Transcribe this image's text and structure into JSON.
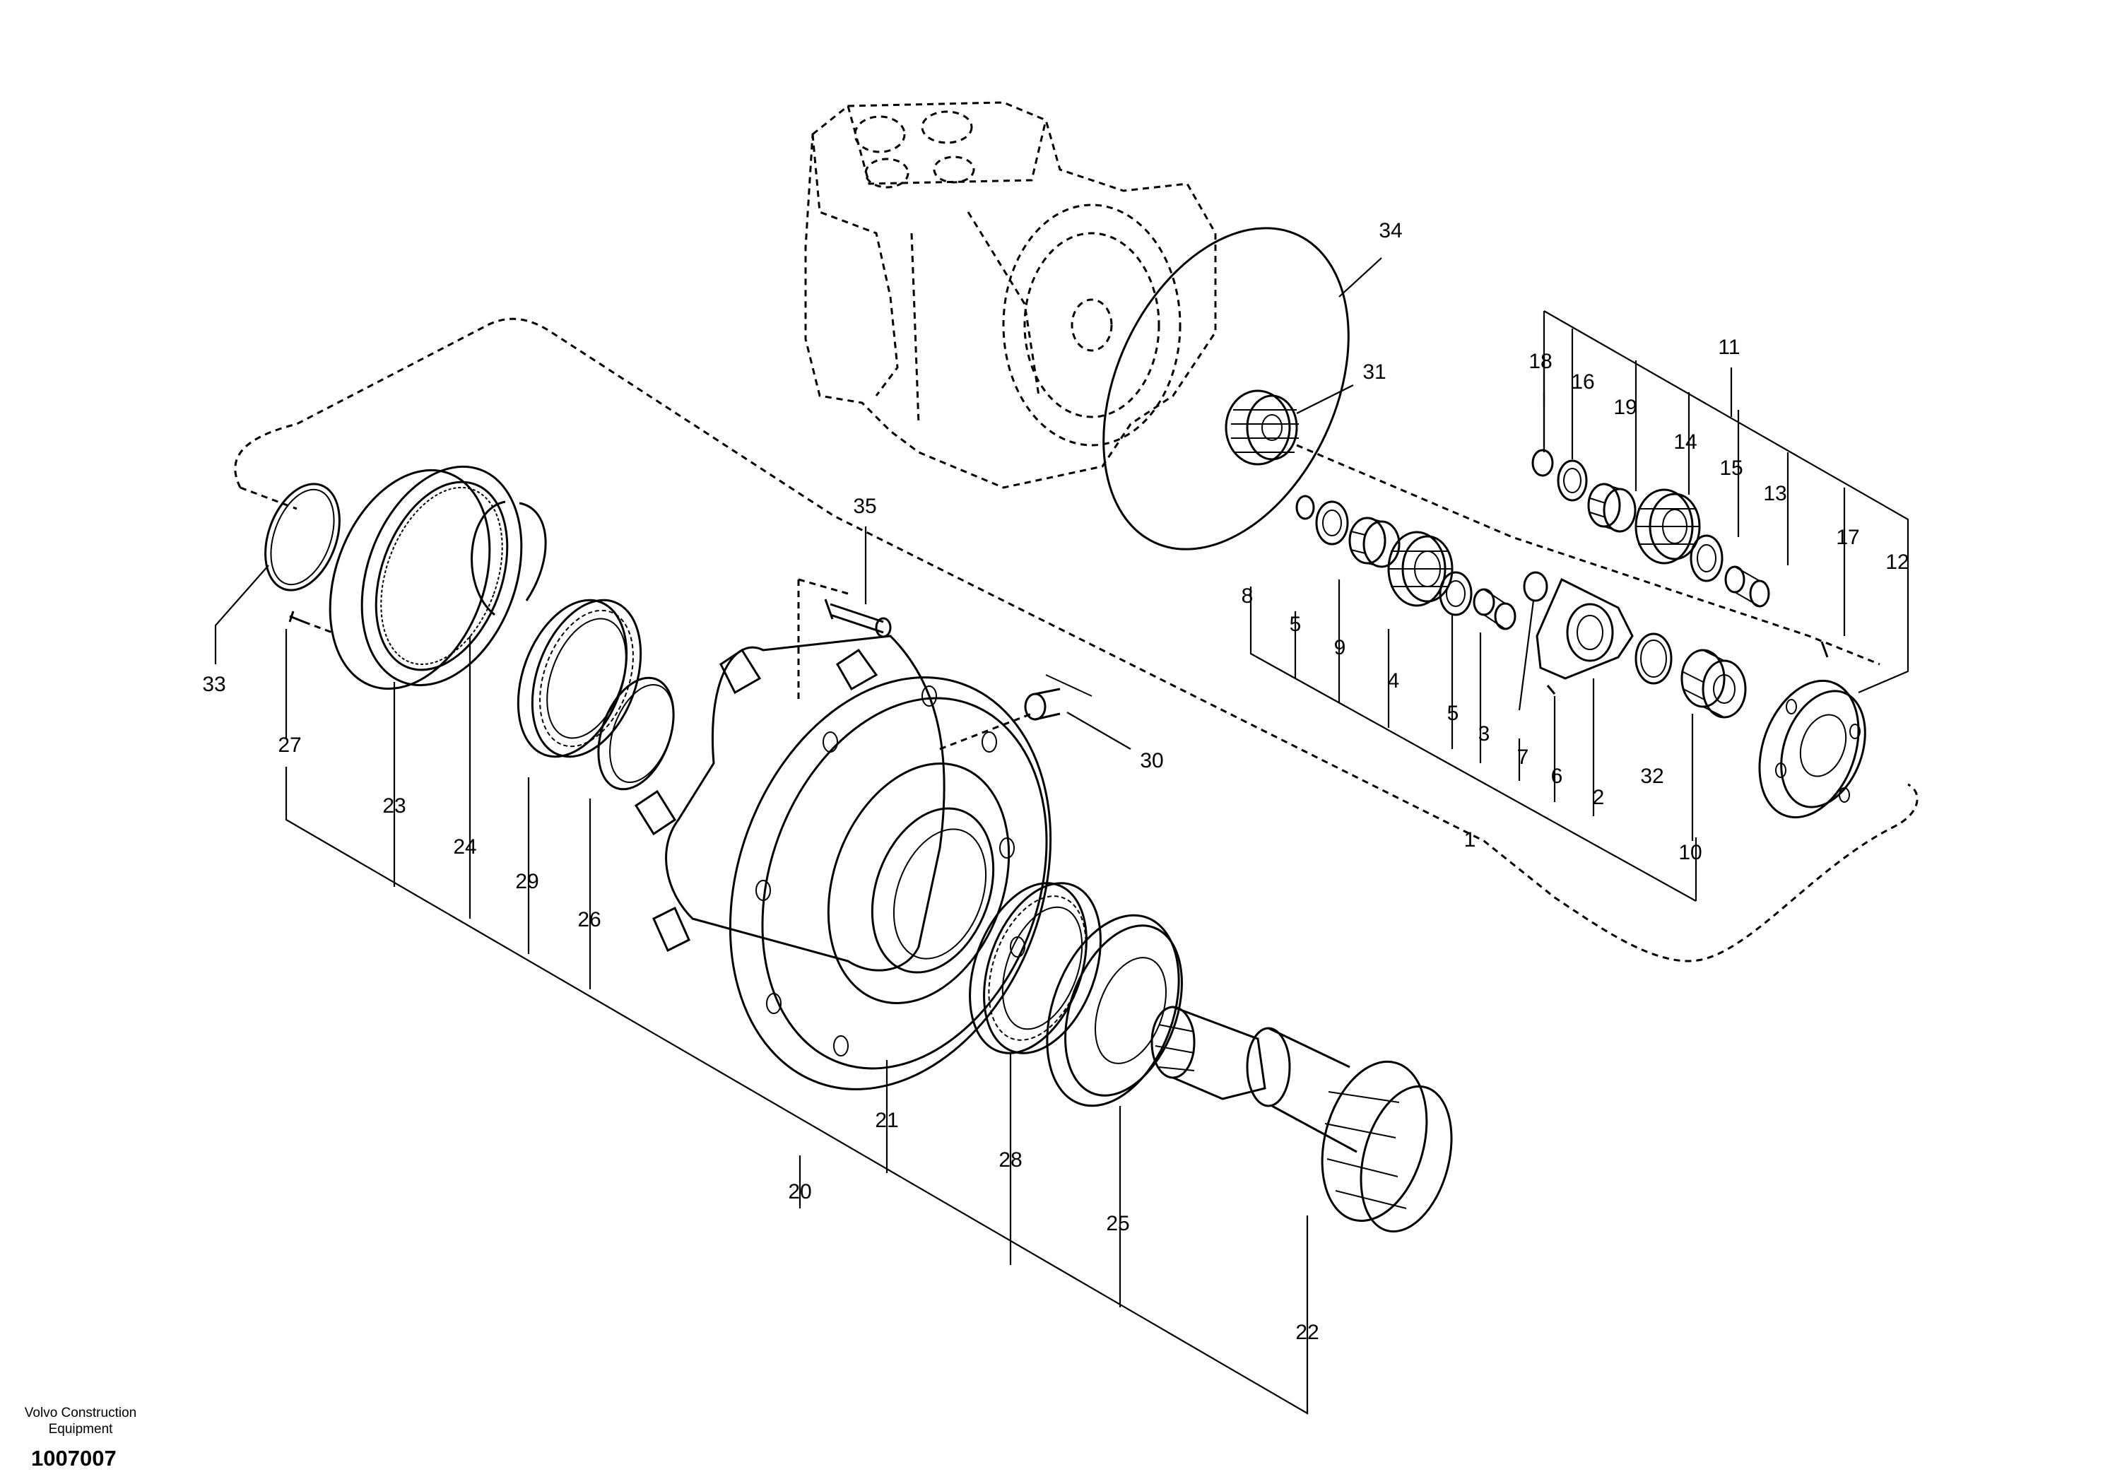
{
  "labels": {
    "l1": "1",
    "l2": "2",
    "l3": "3",
    "l4": "4",
    "l5a": "5",
    "l5b": "5",
    "l6": "6",
    "l7": "7",
    "l8": "8",
    "l9": "9",
    "l10": "10",
    "l11": "11",
    "l12": "12",
    "l13": "13",
    "l14": "14",
    "l15": "15",
    "l16": "16",
    "l17": "17",
    "l18": "18",
    "l19": "19",
    "l20": "20",
    "l21": "21",
    "l22": "22",
    "l23": "23",
    "l24": "24",
    "l25": "25",
    "l26": "26",
    "l27": "27",
    "l28": "28",
    "l29": "29",
    "l30": "30",
    "l31": "31",
    "l32": "32",
    "l33": "33",
    "l34": "34",
    "l35": "35"
  },
  "footer": {
    "company": "Volvo Construction Equipment",
    "doc_id": "1007007"
  }
}
